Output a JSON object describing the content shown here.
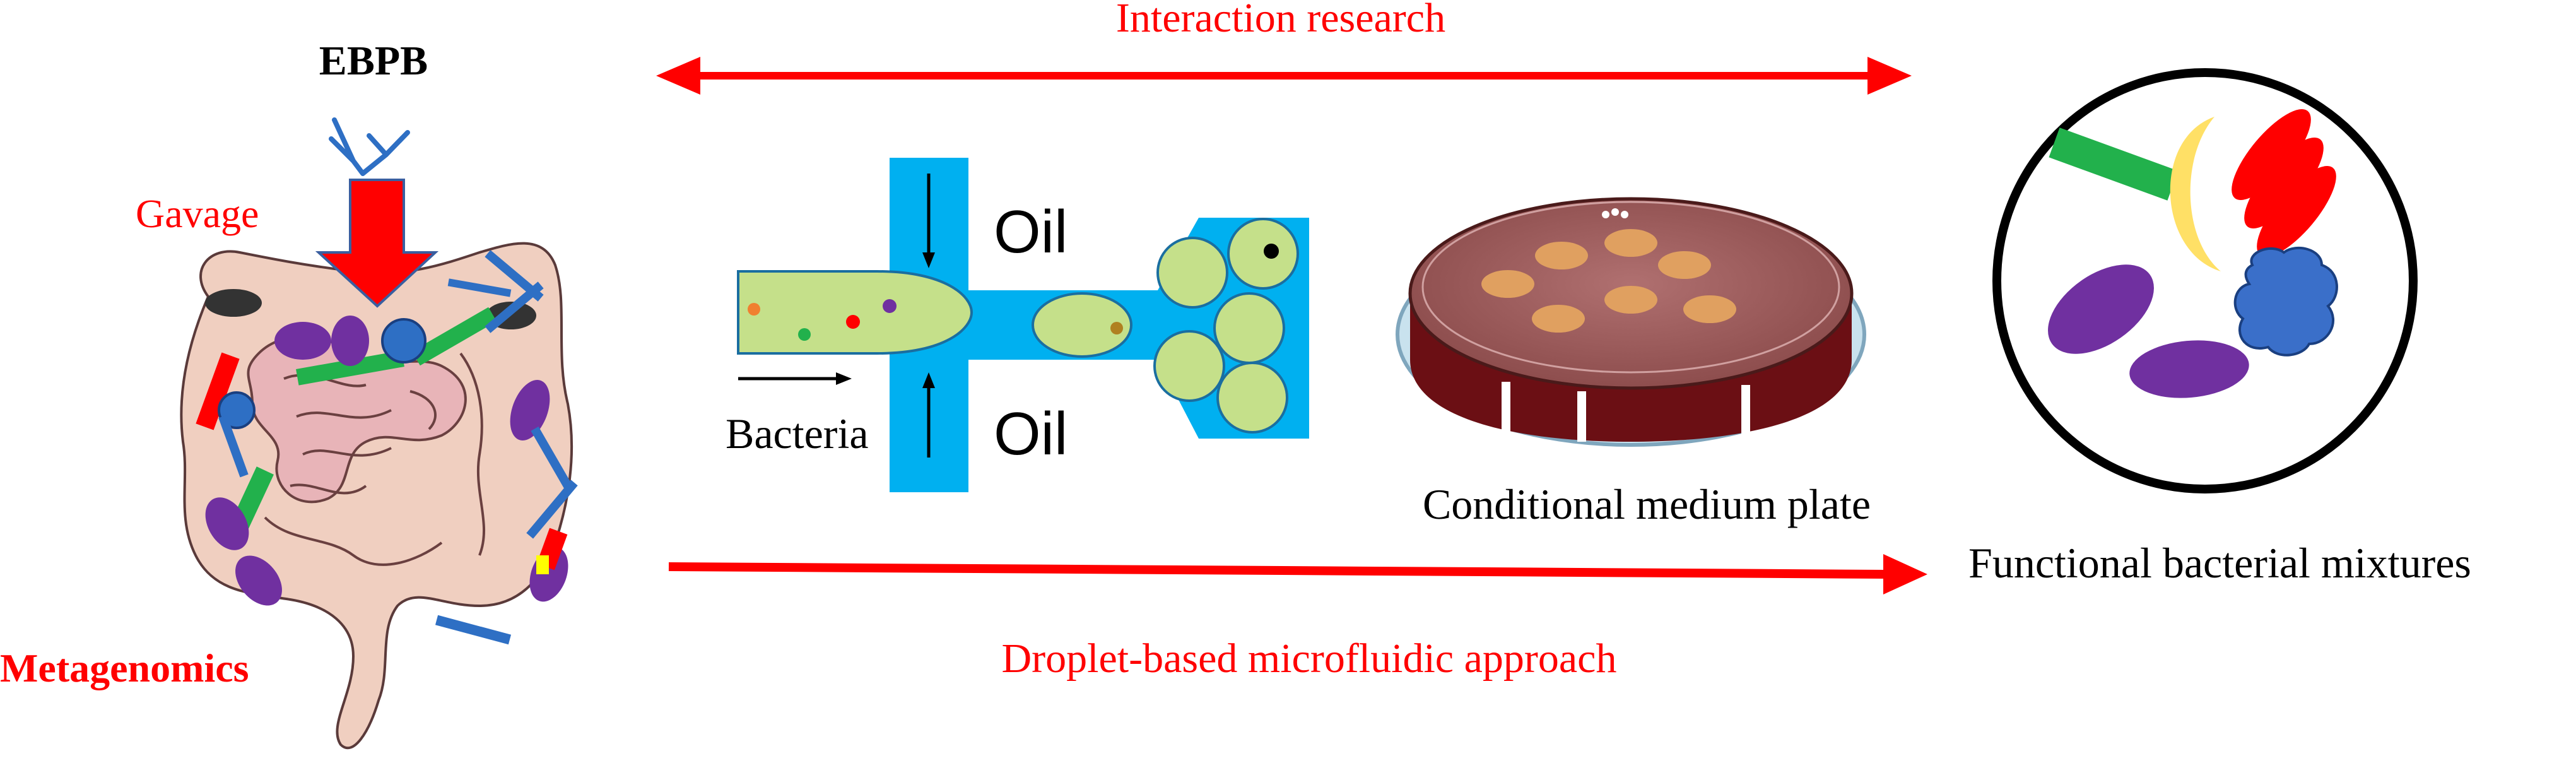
{
  "labels": {
    "ebpb": "EBPB",
    "gavage": "Gavage",
    "metagenomics": "Metagenomics",
    "interaction_research": "Interaction research",
    "droplet_approach": "Droplet-based microfluidic approach",
    "oil_top": "Oil",
    "oil_bottom": "Oil",
    "bacteria": "Bacteria",
    "conditional_plate": "Conditional medium plate",
    "functional_mixtures": "Functional bacterial mixtures"
  },
  "colors": {
    "red": "#ff0000",
    "channel_blue": "#00b0f0",
    "droplet_green": "#c5e08a",
    "intestine_pink": "#e8b4b8",
    "purple": "#7030a0",
    "blue": "#2e6fc4",
    "green": "#22b14c"
  }
}
